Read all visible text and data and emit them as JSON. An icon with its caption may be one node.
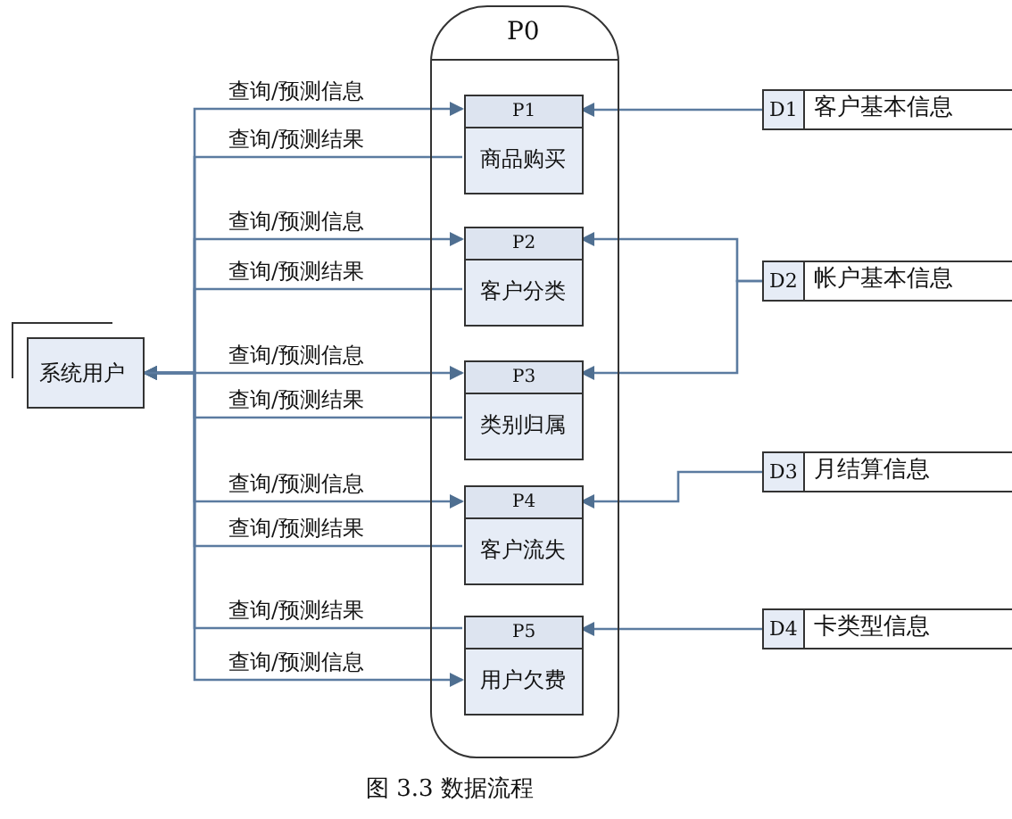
{
  "diagram": {
    "caption": "图 3.3 数据流程",
    "nodes": [
      {
        "text": [
          "P0"
        ]
      },
      {
        "text": [
          "P1",
          "商品购买"
        ],
        "in": 0
      },
      {
        "text": [
          "P2",
          "客户分类"
        ],
        "in": 0
      },
      {
        "text": [
          "P3",
          "类别归属"
        ],
        "in": 0
      },
      {
        "text": [
          "P4",
          "客户流失"
        ],
        "in": 0
      },
      {
        "text": [
          "P5",
          "用户欠费"
        ],
        "in": 0
      },
      {
        "text": [
          "系统用户"
        ]
      },
      {
        "text": [
          "D1",
          "客户基本信息"
        ]
      },
      {
        "text": [
          "D2",
          "帐户基本信息"
        ]
      },
      {
        "text": [
          "D3",
          "月结算信息"
        ]
      },
      {
        "text": [
          "D4",
          "卡类型信息"
        ]
      }
    ],
    "edges": [
      {
        "from": 6,
        "to": 1,
        "arrow": "to",
        "label": "查询/预测信息"
      },
      {
        "from": 1,
        "to": 6,
        "arrow": "to",
        "label": "查询/预测结果"
      },
      {
        "from": 6,
        "to": 2,
        "arrow": "to",
        "label": "查询/预测信息"
      },
      {
        "from": 2,
        "to": 6,
        "arrow": "to",
        "label": "查询/预测结果"
      },
      {
        "from": 6,
        "to": 3,
        "arrow": "to",
        "label": "查询/预测信息"
      },
      {
        "from": 3,
        "to": 6,
        "arrow": "to",
        "label": "查询/预测结果"
      },
      {
        "from": 6,
        "to": 4,
        "arrow": "to",
        "label": "查询/预测信息"
      },
      {
        "from": 4,
        "to": 6,
        "arrow": "to",
        "label": "查询/预测结果"
      },
      {
        "from": 5,
        "to": 6,
        "arrow": "to",
        "label": "查询/预测结果"
      },
      {
        "from": 6,
        "to": 5,
        "arrow": "to",
        "label": "查询/预测信息"
      },
      {
        "from": 7,
        "to": 1,
        "arrow": "to"
      },
      {
        "from": 8,
        "to": 2,
        "arrow": "to"
      },
      {
        "from": 8,
        "to": 3,
        "arrow": "to"
      },
      {
        "from": 9,
        "to": 4,
        "arrow": "to"
      },
      {
        "from": 10,
        "to": 5,
        "arrow": "to"
      }
    ]
  }
}
